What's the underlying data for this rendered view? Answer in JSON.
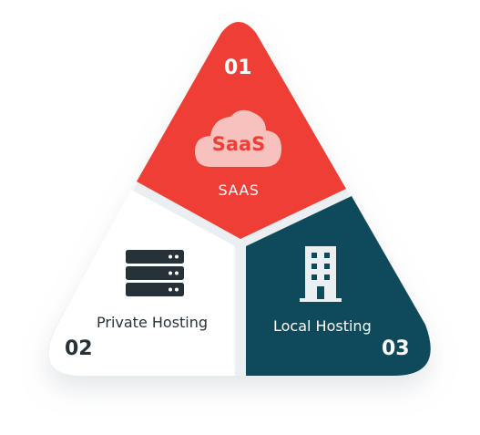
{
  "segments": [
    {
      "number": "01",
      "badge": "SaaS",
      "label": "SAAS",
      "icon": "cloud-icon",
      "color": "#ef3e36"
    },
    {
      "number": "02",
      "label": "Private Hosting",
      "icon": "server-stack-icon",
      "color": "#ffffff"
    },
    {
      "number": "03",
      "label": "Local Hosting",
      "icon": "office-building-icon",
      "color": "#0f4a5c"
    }
  ],
  "colors": {
    "text_dark": "#263238",
    "text_light": "#ffffff",
    "shadow": "#e2e6e9"
  }
}
